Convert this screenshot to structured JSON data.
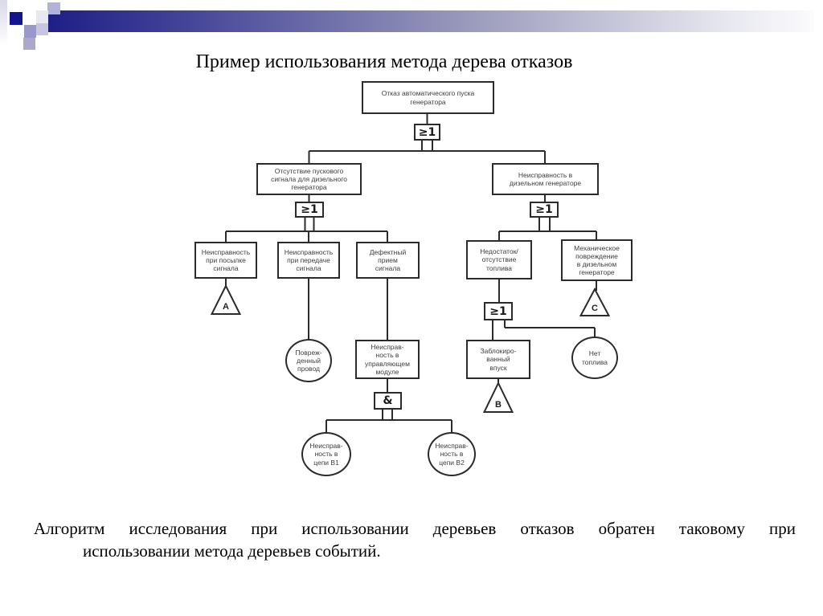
{
  "title": "Пример использования метода дерева отказов",
  "footer": {
    "line1": "Алгоритм исследования при использовании деревьев отказов обратен таковому при",
    "line2": "использовании метода деревьев событий."
  },
  "colors": {
    "bar_dark": "#1e1e86",
    "bar_mid": "#9a9abc",
    "bar_light": "#fbfbfd",
    "accent_square": "#14148c",
    "line": "#2b2b2b"
  },
  "diagram": {
    "gates": {
      "or": "≥1",
      "and": "&"
    },
    "transfers": {
      "a": "А",
      "b": "В",
      "c": "С"
    },
    "nodes": {
      "top": "Отказ автоматического пуска\nгенератора",
      "no_signal": "Отсутствие пускового\nсигнала для дизельного\nгенератора",
      "gen_fault": "Неисправность в\nдизельном генераторе",
      "send_fault": "Неисправность\nпри посылке\nсигнала",
      "transmit_fault": "Неисправность\nпри передаче\nсигнала",
      "receive_fault": "Дефектный\nприем\nсигнала",
      "fuel_lack": "Недостаток/\nотсутствие\nтоплива",
      "mech_damage": "Механическое\nповреждение\nв дизельном\nгенераторе",
      "damaged_wire": "Повреж-\nденный\nпровод",
      "control_module": "Неисправ-\nность в\nуправляющем\nмодуле",
      "blocked_inlet": "Заблокиро-\nванный\nвпуск",
      "no_fuel": "Нет\nтоплива",
      "circuit_b1": "Неисправ-\nность в\nцепи В1",
      "circuit_b2": "Неисправ-\nность в\nцепи В2"
    }
  }
}
